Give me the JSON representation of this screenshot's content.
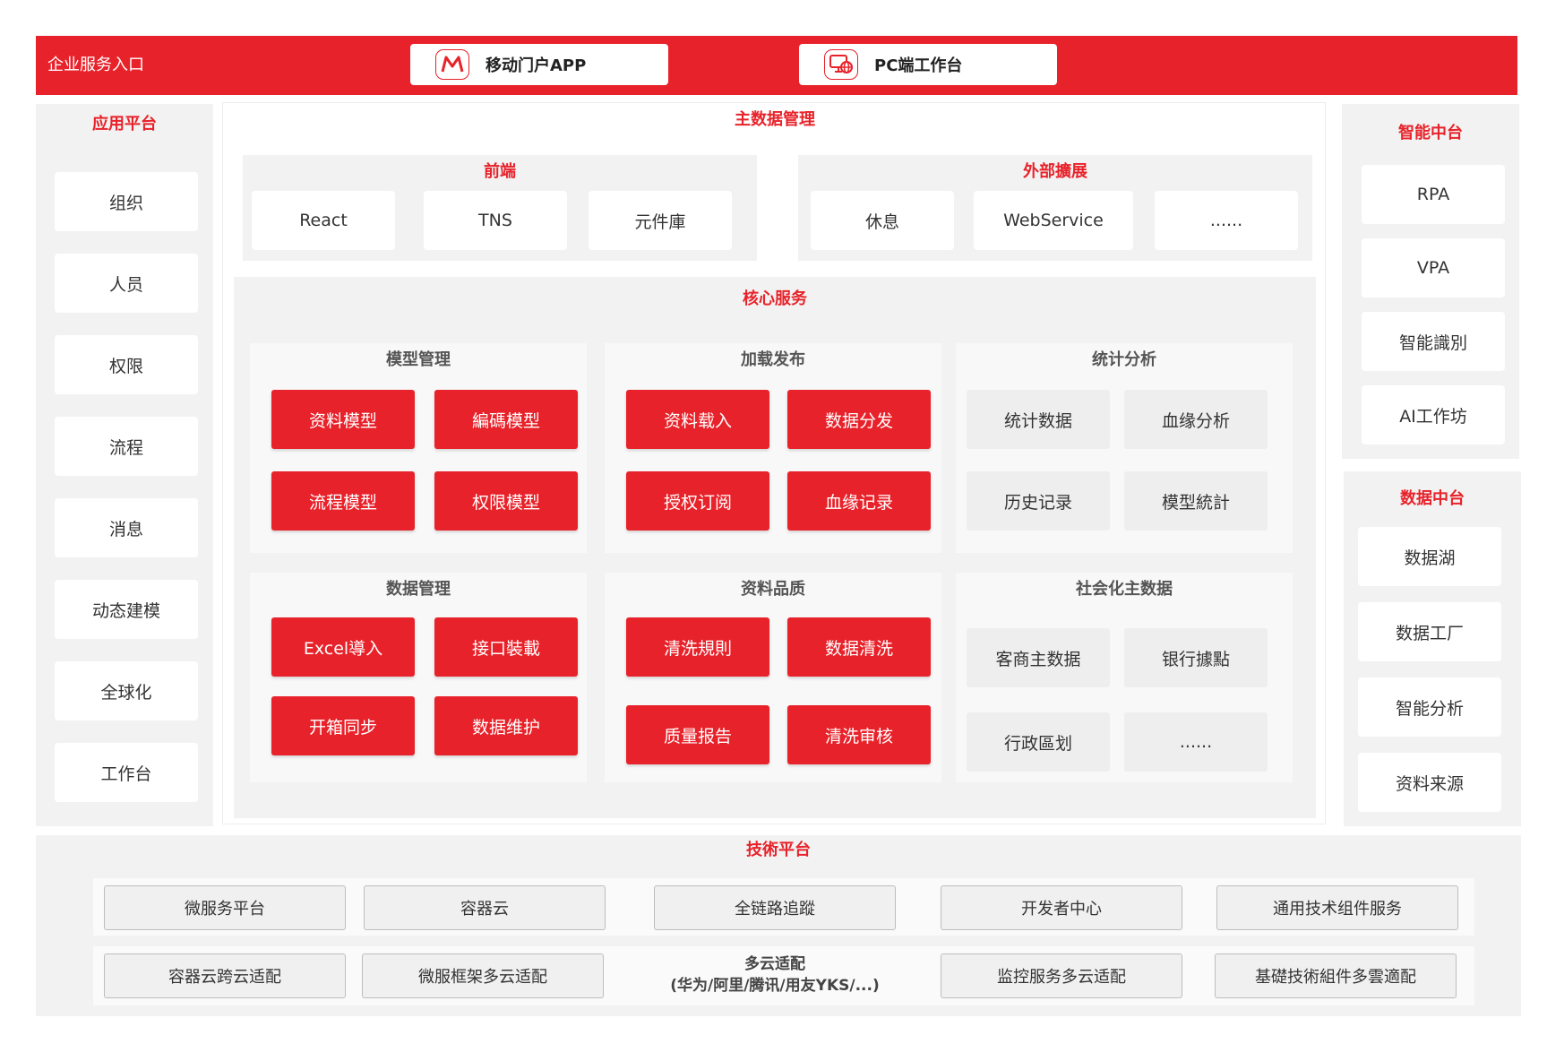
{
  "header": {
    "entry_label": "企业服务入口",
    "mobile_portal": "移动门户APP",
    "pc_portal": "PC端工作台",
    "mobile_icon": "m-logo-icon",
    "pc_icon": "monitor-globe-icon"
  },
  "app_platform": {
    "title": "应用平台",
    "items": [
      "组织",
      "人员",
      "权限",
      "流程",
      "消息",
      "动态建模",
      "全球化",
      "工作台"
    ]
  },
  "master_data": {
    "title": "主数据管理",
    "frontend": {
      "title": "前端",
      "items": [
        "React",
        "TNS",
        "元件庫"
      ]
    },
    "external": {
      "title": "外部擴展",
      "items": [
        "休息",
        "WebService",
        "......"
      ]
    },
    "core": {
      "title": "核心服务",
      "model_mgmt": {
        "title": "模型管理",
        "items": [
          "资料模型",
          "編碼模型",
          "流程模型",
          "权限模型"
        ]
      },
      "load_publish": {
        "title": "加载发布",
        "items": [
          "资料载入",
          "数据分发",
          "授权订阅",
          "血缘记录"
        ]
      },
      "statistics": {
        "title": "统计分析",
        "items": [
          "统计数据",
          "血缘分析",
          "历史记录",
          "模型統計"
        ]
      },
      "data_mgmt": {
        "title": "数据管理",
        "items": [
          "Excel導入",
          "接口裝載",
          "开箱同步",
          "数据维护"
        ]
      },
      "quality": {
        "title": "资料品质",
        "items": [
          "清洗規則",
          "数据清洗",
          "质量报告",
          "清洗审核"
        ]
      },
      "social": {
        "title": "社会化主数据",
        "items": [
          "客商主数据",
          "银行據點",
          "行政區划",
          "......"
        ]
      }
    }
  },
  "ai_platform": {
    "title": "智能中台",
    "items": [
      "RPA",
      "VPA",
      "智能識別",
      "AI工作坊"
    ]
  },
  "data_platform": {
    "title": "数据中台",
    "items": [
      "数据湖",
      "数据工厂",
      "智能分析",
      "资料来源"
    ]
  },
  "tech_platform": {
    "title": "技術平台",
    "row1": [
      "微服务平台",
      "容器云",
      "全链路追蹤",
      "开发者中心",
      "通用技术组件服务"
    ],
    "row2": [
      "容器云跨云适配",
      "微服框架多云适配",
      "监控服务多云适配",
      "基礎技術組件多雲適配"
    ],
    "multicloud_line1": "多云适配",
    "multicloud_line2": "(华为/阿里/腾讯/用友YKS/...)"
  },
  "colors": {
    "accent": "#e8222a",
    "panel": "#f2f2f2"
  }
}
